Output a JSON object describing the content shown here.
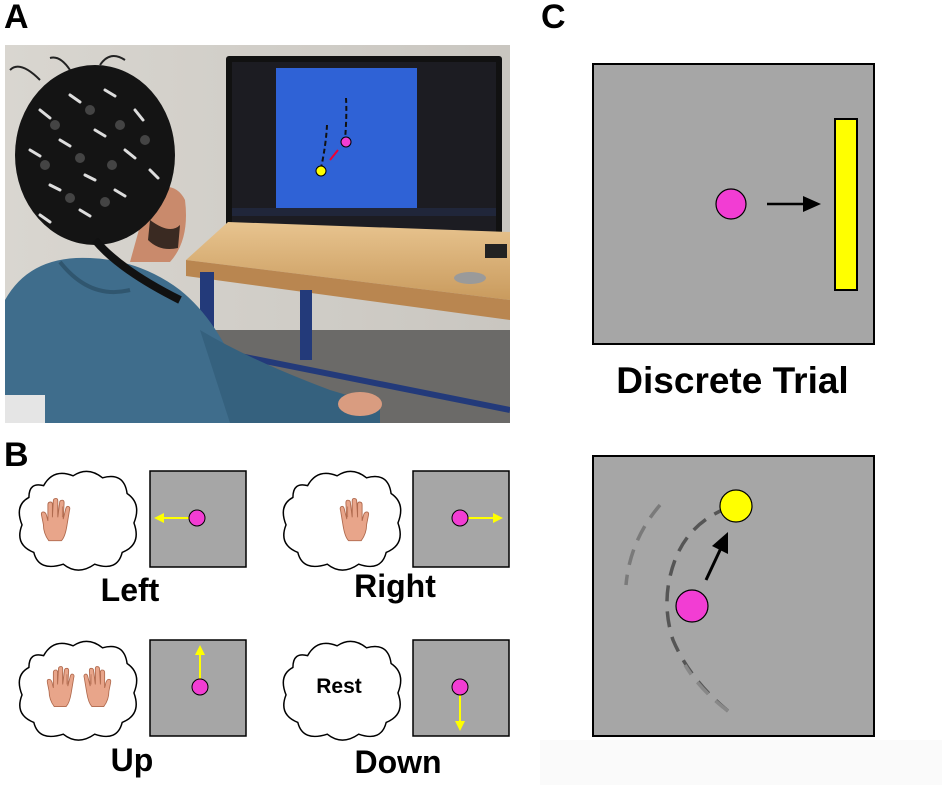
{
  "panels": {
    "a": {
      "letter": "A"
    },
    "b": {
      "letter": "B",
      "items": [
        {
          "label": "Left",
          "thought": "left-hand",
          "direction": "left"
        },
        {
          "label": "Right",
          "thought": "right-hand",
          "direction": "right"
        },
        {
          "label": "Up",
          "thought": "both-hands",
          "direction": "up"
        },
        {
          "label": "Down",
          "thought": "Rest",
          "direction": "down"
        }
      ]
    },
    "c": {
      "letter": "C",
      "top_label": "Discrete Trial",
      "bottom_label": ""
    }
  },
  "colors": {
    "cursor": "#f23dd3",
    "target": "#ffff00",
    "arrow_yellow": "#ffff00",
    "box_fill": "#a6a6a6",
    "screen_blue": "#2f62d6",
    "skin": "#e8a58a"
  },
  "icons": [
    "eeg-cap-photo",
    "hand-icon",
    "thought-cloud-icon",
    "arrow-icon"
  ]
}
